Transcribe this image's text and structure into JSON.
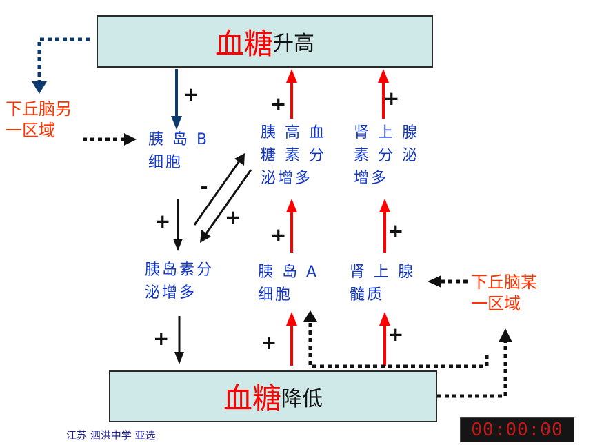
{
  "top_box": {
    "red": "血糖",
    "black": "升高"
  },
  "bottom_box": {
    "red": "血糖",
    "black": "降低"
  },
  "labels": {
    "beta_cell_line1": "胰 岛 B",
    "beta_cell_line2": "细胞",
    "insulin_line1": "胰岛素分",
    "insulin_line2": "泌增多",
    "glucagon_line1": "胰 高 血",
    "glucagon_line2": "糖 素 分",
    "glucagon_line3": "泌增多",
    "alpha_cell_line1": "胰 岛 A",
    "alpha_cell_line2": "细胞",
    "adrenaline_line1": "肾 上 腺",
    "adrenaline_line2": "素 分 泌",
    "adrenaline_line3": "增多",
    "medulla_line1": "肾 上 腺",
    "medulla_line2": "髓质",
    "hypo_left_line1": "下丘脑另",
    "hypo_left_line2": "一区域",
    "hypo_right_line1": "下丘脑某",
    "hypo_right_line2": "一区域"
  },
  "signs": {
    "s1": "+",
    "s2": "+",
    "s3": "+",
    "s4": "-",
    "s5": "+",
    "s6": "+",
    "s7": "+",
    "s8": "+",
    "s9": "+",
    "s10": "+"
  },
  "footer": "江苏 泗洪中学  亚选",
  "timer": "00:00:00",
  "colors": {
    "red": "#ff0000",
    "blue_text": "#1236c8",
    "orange": "#ff3300",
    "navy_arrow": "#0d3a6e",
    "box_fill": "#cfe8e8"
  }
}
